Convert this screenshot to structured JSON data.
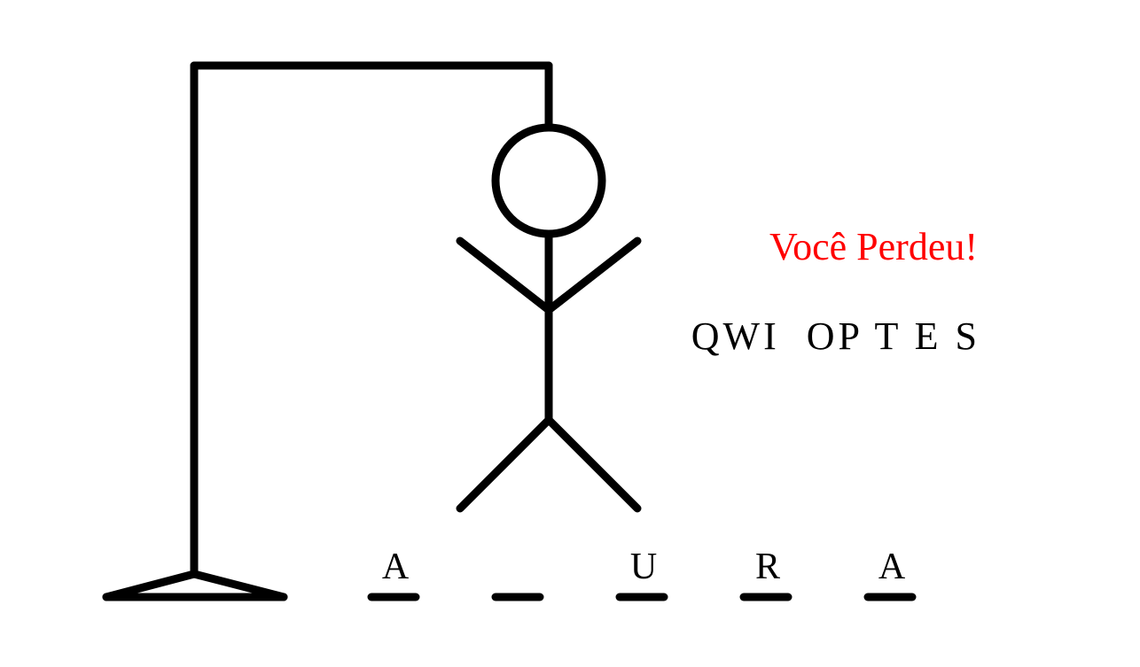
{
  "game": {
    "status_message": "Você Perdeu!",
    "status_color": "#ff0000",
    "wrong_guesses_display": "QWI  OP T E S",
    "word_slots": [
      "A",
      "",
      "U",
      "R",
      "A"
    ],
    "ink_color": "#000000"
  }
}
